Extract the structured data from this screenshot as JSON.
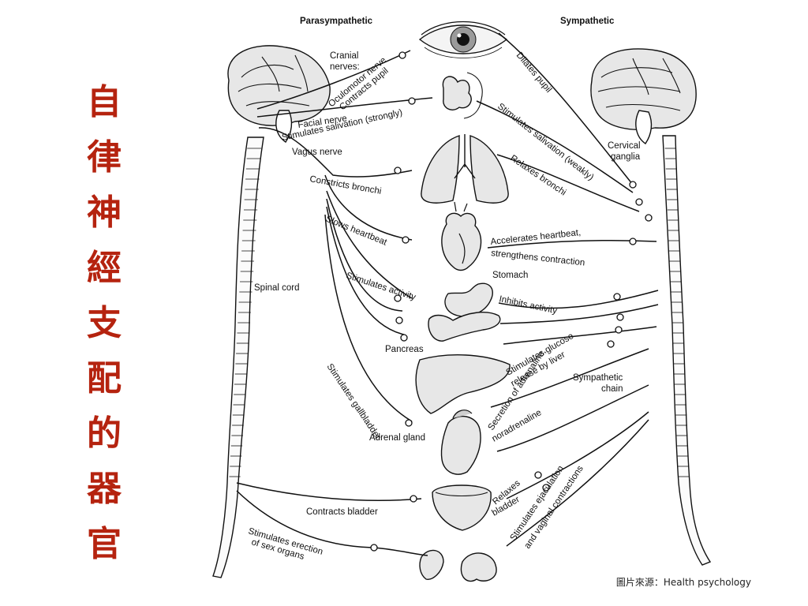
{
  "slide": {
    "title_chars": [
      "自",
      "律",
      "神",
      "經",
      "支",
      "配",
      "的",
      "器",
      "官"
    ],
    "credit": "圖片來源：Health psychology"
  },
  "colors": {
    "title": "#b5230f",
    "line": "#111111",
    "organ_fill": "#e7e7e7",
    "spine_fill": "#fbfbfb"
  },
  "diagram": {
    "header_parasympathetic": "Parasympathetic",
    "header_sympathetic": "Sympathetic",
    "label_cranial_1": "Cranial",
    "label_cranial_2": "nerves:",
    "label_oculomotor": "Oculomotor nerve",
    "label_contracts_pupil": "Contracts pupil",
    "label_facial_nerve": "Facial nerve",
    "label_stim_saliv_strong": "Stimulates salivation (strongly)",
    "label_vagus": "Vagus nerve",
    "label_constricts_bronchi": "Constricts bronchi",
    "label_slows_heartbeat": "Slows heartbeat",
    "label_stim_activity": "Stimulates activity",
    "label_stim_gallbladder": "Stimulates gallbladder",
    "label_spinal_cord": "Spinal cord",
    "label_contracts_bladder": "Contracts bladder",
    "label_erection_1": "Stimulates erection",
    "label_erection_2": "of sex organs",
    "label_dilates_pupil": "Dilates pupil",
    "label_stim_saliv_weak": "Stimulates salivation (weakly)",
    "label_relaxes_bronchi": "Relaxes bronchi",
    "label_cervical_1": "Cervical",
    "label_cervical_2": "ganglia",
    "label_accel_1": "Accelerates heartbeat,",
    "label_accel_2": "strengthens contraction",
    "label_stomach": "Stomach",
    "label_inhibits_activity": "Inhibits activity",
    "label_pancreas": "Pancreas",
    "label_glucose_1": "Stimulates glucose",
    "label_glucose_2": "release by liver",
    "label_sym_chain_1": "Sympathetic",
    "label_sym_chain_2": "chain",
    "label_adrenaline_1": "Secretion of adrenaline,",
    "label_adrenaline_2": "noradrenaline",
    "label_adrenal_gland": "Adrenal gland",
    "label_relaxes_bladder_1": "Relaxes",
    "label_relaxes_bladder_2": "bladder",
    "label_ejac_1": "Stimulates ejaculation",
    "label_ejac_2": "and vaginal contractions"
  }
}
